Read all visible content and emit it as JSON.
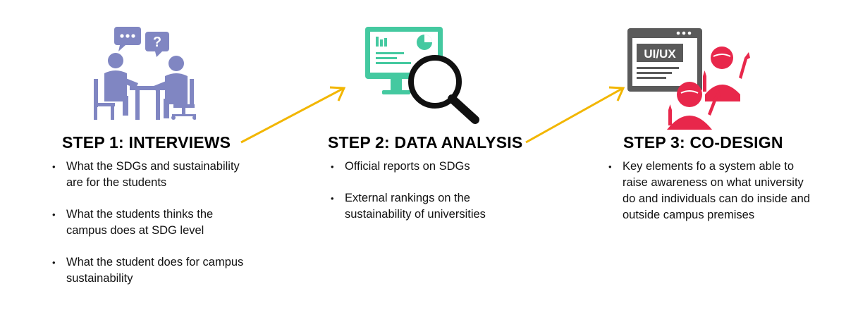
{
  "steps": [
    {
      "title": "STEP 1: INTERVIEWS",
      "icon": "interview-icon",
      "bullets": [
        "What the SDGs and sustainability are for the students",
        "What the students thinks the campus does at SDG level",
        "What the student does for campus sustainability"
      ]
    },
    {
      "title": "STEP 2: DATA ANALYSIS",
      "icon": "data-analysis-icon",
      "bullets": [
        "Official reports on SDGs",
        "External rankings on the sustainability of universities"
      ]
    },
    {
      "title": "STEP 3: CO-DESIGN",
      "icon": "co-design-icon",
      "icon_text": "UI/UX",
      "bullets": [
        "Key elements fo a system able to raise awareness on what university do and individuals can do inside and outside campus premises"
      ]
    }
  ],
  "colors": {
    "interview_icon": "#8086c2",
    "monitor": "#44c9a0",
    "magnifier": "#111111",
    "browser": "#5a5a5a",
    "designers": "#e8274b",
    "arrow": "#f2b600"
  }
}
